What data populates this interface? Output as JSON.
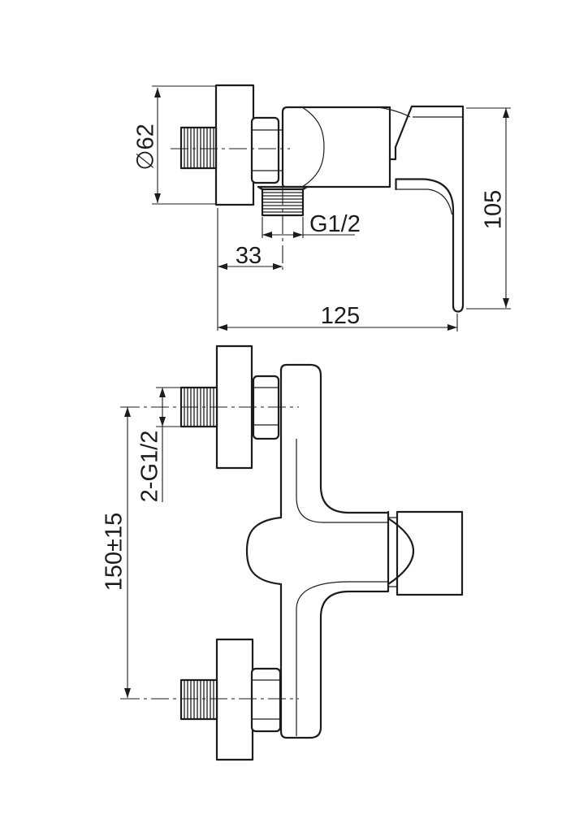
{
  "drawing": {
    "title": "shower-mixer-technical-drawing",
    "background_color": "#ffffff",
    "line_color": "#1c1c1c",
    "side_view": {
      "dim_flange_diameter": "∅62",
      "dim_outlet_thread": "G1/2",
      "dim_outlet_offset": "33",
      "dim_total_depth": "125",
      "dim_handle_height": "105"
    },
    "front_view": {
      "dim_inlet_threads": "2-G1/2",
      "dim_inlet_spacing": "150±15"
    }
  }
}
